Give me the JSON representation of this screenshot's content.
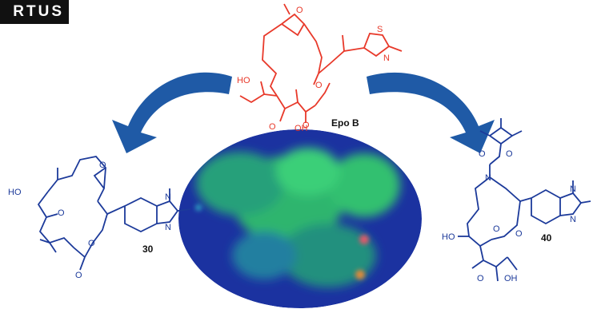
{
  "banner": {
    "text": "RTUS"
  },
  "colors": {
    "top_molecule": "#e8392a",
    "side_molecules": "#1c3a9a",
    "arrow": "#1f5aa6",
    "cell_bg": "#1f3aa8",
    "cell_green": "#2fbf6a"
  },
  "top_compound": {
    "name": "Epo B",
    "atoms": {
      "o1": "O",
      "o2": "O",
      "o3": "O",
      "o4": "O",
      "ho": "HO",
      "oh": "OH",
      "s": "S",
      "n": "N"
    }
  },
  "left_compound": {
    "number": "30",
    "atoms": {
      "ho": "HO",
      "o1": "O",
      "o2": "O",
      "o3": "O",
      "o4": "O",
      "n1": "N",
      "n2": "N"
    }
  },
  "right_compound": {
    "number": "40",
    "atoms": {
      "o1": "O",
      "o2": "O",
      "n1": "N",
      "ho": "HO",
      "o3": "O",
      "o4": "O",
      "o5": "O",
      "oh": "OH",
      "n2": "N",
      "n3": "N"
    }
  }
}
